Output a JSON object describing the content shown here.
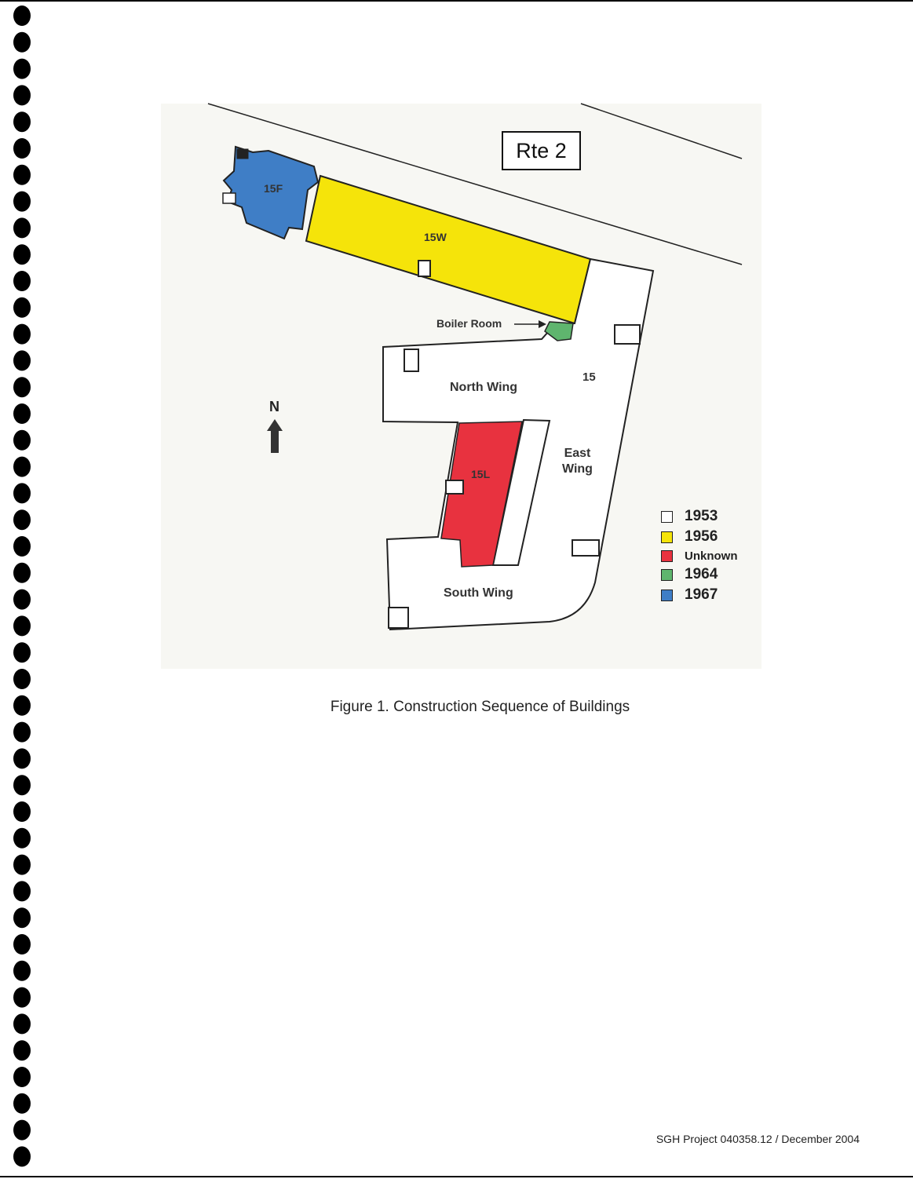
{
  "road": {
    "label": "Rte 2"
  },
  "compass": {
    "label": "N"
  },
  "buildings": {
    "b15f": "15F",
    "b15w": "15W",
    "b15l": "15L",
    "b15": "15",
    "boiler_room": "Boiler Room",
    "north_wing": "North Wing",
    "east_wing_line1": "East",
    "east_wing_line2": "Wing",
    "south_wing": "South Wing"
  },
  "legend": [
    {
      "label": "1953",
      "color": "#ffffff"
    },
    {
      "label": "1956",
      "color": "#f5e40a"
    },
    {
      "label": "Unknown",
      "color": "#e8323f"
    },
    {
      "label": "1964",
      "color": "#5fb56e"
    },
    {
      "label": "1967",
      "color": "#3f7ec6"
    }
  ],
  "caption": "Figure 1. Construction Sequence of Buildings",
  "footer": "SGH Project 040358.12 / December 2004"
}
